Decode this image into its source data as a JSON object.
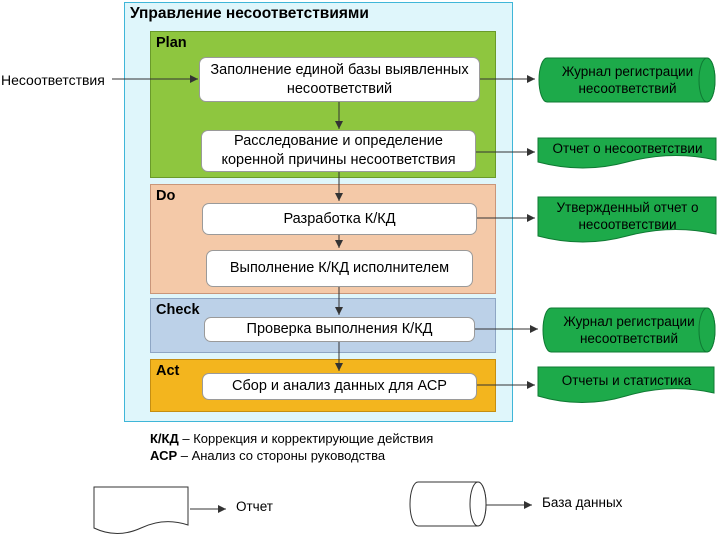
{
  "title": "Управление несоответствиями",
  "input_label": "Несоответствия",
  "phases": [
    {
      "label": "Plan"
    },
    {
      "label": "Do"
    },
    {
      "label": "Check"
    },
    {
      "label": "Act"
    }
  ],
  "steps": [
    "Заполнение единой базы выявленных несоответствий",
    "Расследование и определение коренной причины несоответствия",
    "Разработка К/КД",
    "Выполнение К/КД исполнителем",
    "Проверка выполнения К/КД",
    "Сбор и анализ данных для АСР"
  ],
  "outputs": [
    "Журнал регистрации несоответствий",
    "Отчет о несоответствии",
    "Утвержденный отчет о несоответствии",
    "Журнал регистрации несоответствий",
    "Отчеты и статистика"
  ],
  "legend": {
    "kkd_abbr": "К/КД",
    "kkd_text": " – Коррекция и корректирующие действия",
    "asr_abbr": "АСР",
    "asr_text": " – Анализ со стороны руководства",
    "doc_label": "Отчет",
    "db_label": "База данных"
  },
  "colors": {
    "frame_fill": "#dff6fb",
    "frame_border": "#3fb6d8",
    "plan": "#8ec63f",
    "do": "#f4c9a8",
    "check": "#bcd1e8",
    "act": "#f3b51e",
    "output_fill": "#1daa4a"
  }
}
